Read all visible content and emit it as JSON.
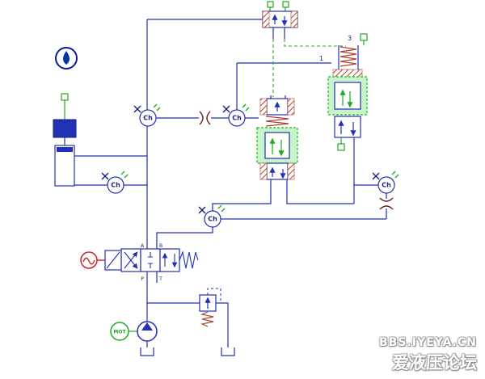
{
  "app": {
    "name": "hydraulic-circuit-diagram"
  },
  "labels": {
    "ch": "Ch",
    "mot": "MOT",
    "node_1": "1",
    "node_3": "3",
    "port_a": "A",
    "port_b": "B",
    "port_p": "P",
    "port_t": "T"
  },
  "watermark": {
    "line1": "BBS.IYEYA.CN",
    "line2": "爱液压论坛"
  },
  "colors": {
    "hydraulic_blue": "#2130b4",
    "signal_green": "#1faa1f",
    "highlight_green_fill": "#c9f3c9",
    "spring_red": "#aa4433",
    "source_red": "#cc2222",
    "watermark_gray": "#9a9a9a"
  }
}
